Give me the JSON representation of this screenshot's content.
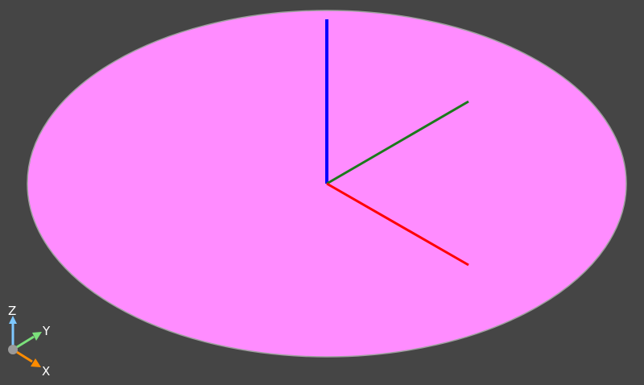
{
  "viewport": {
    "background_color": "#454545"
  },
  "scene": {
    "disk": {
      "fill_color": "#ff8cff",
      "edge_color": "#a0a0a0"
    },
    "axes": {
      "x_color": "#ff0000",
      "y_color": "#1a7a1a",
      "z_color": "#0000ff"
    }
  },
  "orientation_triad": {
    "x_label": "X",
    "y_label": "Y",
    "z_label": "Z",
    "x_color": "#ff8c00",
    "y_color": "#7be07b",
    "z_color": "#7ec8ff",
    "origin_color": "#9a9a9a"
  }
}
